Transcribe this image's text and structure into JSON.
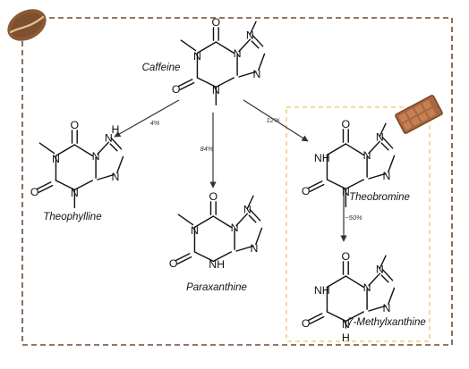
{
  "colors": {
    "outer_border": "#6b4a32",
    "inner_border": "#f0c46a",
    "bond": "#111111",
    "arrow": "#333333",
    "coffee_bean": "#8a5a34",
    "chocolate": "#a9673f"
  },
  "icons": {
    "coffee": "coffee-bean-icon",
    "chocolate": "chocolate-bar-icon"
  },
  "atoms": {
    "oxygen": "O",
    "nitrogen": "N",
    "hydrogen": "H",
    "nh": "NH"
  },
  "molecules": {
    "caffeine": {
      "name": "Caffeine"
    },
    "theophylline": {
      "name": "Theophylline"
    },
    "paraxanthine": {
      "name": "Paraxanthine"
    },
    "theobromine": {
      "name": "Theobromine"
    },
    "methylxanthine": {
      "name": "7-Methylxanthine"
    }
  },
  "conversions": [
    {
      "from": "Caffeine",
      "to": "Theophylline",
      "label": "4%"
    },
    {
      "from": "Caffeine",
      "to": "Paraxanthine",
      "label": "84%"
    },
    {
      "from": "Caffeine",
      "to": "Theobromine",
      "label": "12%"
    },
    {
      "from": "Theobromine",
      "to": "7-Methylxanthine",
      "label": "~50%"
    }
  ]
}
